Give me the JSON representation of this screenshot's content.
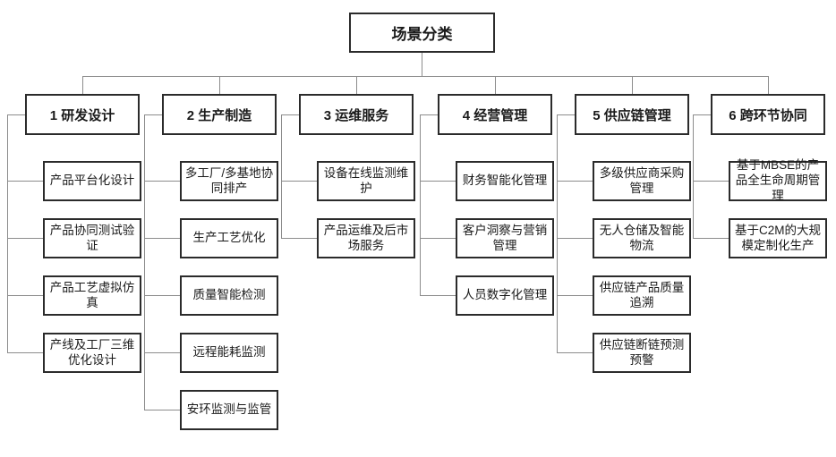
{
  "diagram": {
    "root": {
      "label": "场景分类"
    },
    "columns": [
      {
        "label": "1 研发设计",
        "items": [
          "产品平台化设计",
          "产品协同测试验证",
          "产品工艺虚拟仿真",
          "产线及工厂三维优化设计"
        ]
      },
      {
        "label": "2 生产制造",
        "items": [
          "多工厂/多基地协同排产",
          "生产工艺优化",
          "质量智能检测",
          "远程能耗监测",
          "安环监测与监管"
        ]
      },
      {
        "label": "3 运维服务",
        "items": [
          "设备在线监测维护",
          "产品运维及后市场服务"
        ]
      },
      {
        "label": "4 经营管理",
        "items": [
          "财务智能化管理",
          "客户洞察与营销管理",
          "人员数字化管理"
        ]
      },
      {
        "label": "5 供应链管理",
        "items": [
          "多级供应商采购管理",
          "无人仓储及智能物流",
          "供应链产品质量追溯",
          "供应链断链预测预警"
        ]
      },
      {
        "label": "6 跨环节协同",
        "items": [
          "基于MBSE的产品全生命周期管理",
          "基于C2M的大规模定制化生产"
        ]
      }
    ],
    "colors": {
      "background": "#ffffff",
      "box_border": "#2b2b2b",
      "connector": "#8c8c8c",
      "text": "#1a1a1a"
    }
  }
}
